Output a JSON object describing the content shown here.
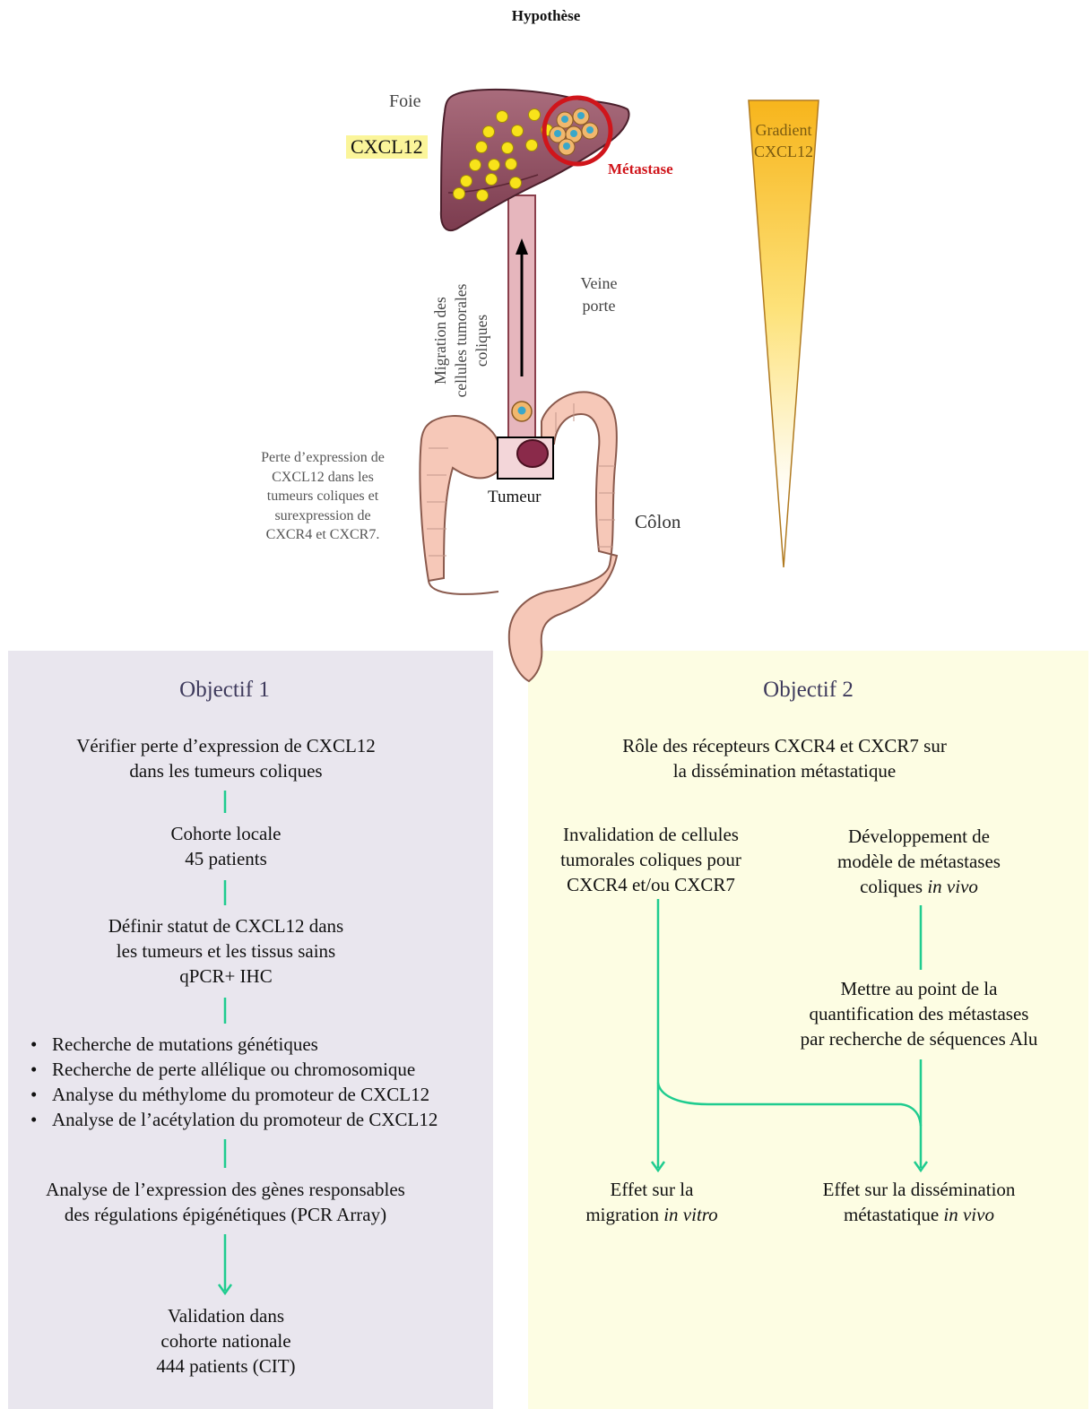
{
  "title": "Hypothèse",
  "illustration": {
    "liver_label": "Foie",
    "cxcl12_label": "CXCL12",
    "metastasis_label": "Métastase",
    "vein_label_line1": "Veine",
    "vein_label_line2": "porte",
    "migration_label_line1": "Migration des",
    "migration_label_line2": "cellules tumorales",
    "migration_label_line3": "coliques",
    "tumor_label": "Tumeur",
    "colon_label": "Côlon",
    "loss_note_lines": [
      "Perte d’expression de",
      "CXCL12 dans les",
      "tumeurs coliques et",
      "surexpression de",
      "CXCR4 et CXCR7."
    ],
    "gradient_label_line1": "Gradient",
    "gradient_label_line2": "CXCL12",
    "colors": {
      "metastasis_red": "#d0151b",
      "highlight_yellow": "#fbf59a",
      "gradient_top": "#f7b51c",
      "arrow_green": "#1fcc8f"
    }
  },
  "objective1": {
    "title": "Objectif 1",
    "step1": [
      "Vérifier perte d’expression de CXCL12",
      "dans les tumeurs coliques"
    ],
    "step2": [
      "Cohorte locale",
      "45 patients"
    ],
    "step3": [
      "Définir statut de CXCL12 dans",
      "les tumeurs et les tissus sains",
      "qPCR+ IHC"
    ],
    "bullets": [
      "Recherche de mutations génétiques",
      "Recherche de perte allélique ou chromosomique",
      "Analyse du méthylome du promoteur de CXCL12",
      "Analyse de l’acétylation du promoteur de CXCL12"
    ],
    "step5": [
      "Analyse de l’expression des gènes responsables",
      "des régulations épigénétiques (PCR Array)"
    ],
    "step6": [
      "Validation dans",
      "cohorte nationale",
      "444 patients  (CIT)"
    ]
  },
  "objective2": {
    "title": "Objectif 2",
    "intro": [
      "Rôle des récepteurs CXCR4 et CXCR7 sur",
      "la dissémination  métastatique"
    ],
    "left_branch": [
      "Invalidation  de cellules",
      "tumorales coliques pour",
      "CXCR4 et/ou CXCR7"
    ],
    "right_branch_1": "Développement de",
    "right_branch_2": "modèle de métastases",
    "right_branch_3": "coliques ",
    "right_branch_3_italic": "in vivo",
    "right_step2": [
      "Mettre au point de la",
      "quantification  des métastases",
      "par recherche de séquences Alu"
    ],
    "left_result_1": "Effet sur la",
    "left_result_2": "migration ",
    "left_result_2_italic": "in vitro",
    "right_result_1": "Effet sur la dissémination",
    "right_result_2": "métastatique ",
    "right_result_2_italic": "in vivo"
  }
}
